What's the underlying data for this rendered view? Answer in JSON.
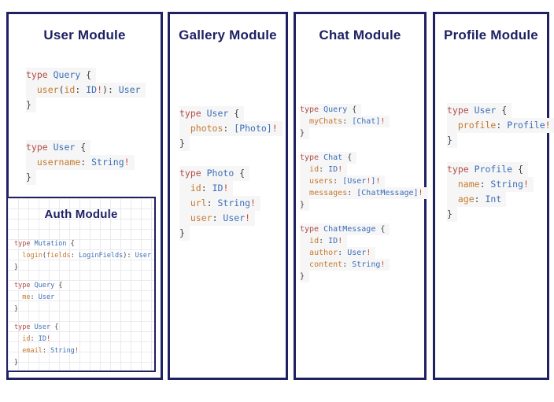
{
  "colors": {
    "border": "#1f2163",
    "title": "#1f2163",
    "keyword": "#b14d47",
    "type_name": "#3d6fb5",
    "field": "#c57a2e",
    "punctuation": "#3f4145",
    "non_null_bang": "#c44536",
    "code_line_bg": "#f6f6f7",
    "grid_line": "#ebebee"
  },
  "modules": [
    {
      "key": "user",
      "title": "User Module",
      "blocks": [
        [
          [
            [
              "k",
              "type "
            ],
            [
              "t",
              "Query "
            ],
            [
              "p",
              "{"
            ]
          ],
          [
            [
              "p",
              "  "
            ],
            [
              "f",
              "user"
            ],
            [
              "p",
              "("
            ],
            [
              "f",
              "id"
            ],
            [
              "p",
              ": "
            ],
            [
              "t",
              "ID"
            ],
            [
              "b",
              "!"
            ],
            [
              "p",
              "): "
            ],
            [
              "t",
              "User"
            ]
          ],
          [
            [
              "p",
              "}"
            ]
          ]
        ],
        [
          [
            [
              "k",
              "type "
            ],
            [
              "t",
              "User "
            ],
            [
              "p",
              "{"
            ]
          ],
          [
            [
              "p",
              "  "
            ],
            [
              "f",
              "username"
            ],
            [
              "p",
              ": "
            ],
            [
              "t",
              "String"
            ],
            [
              "b",
              "!"
            ]
          ],
          [
            [
              "p",
              "}"
            ]
          ]
        ]
      ]
    },
    {
      "key": "auth",
      "title": "Auth Module",
      "blocks": [
        [
          [
            [
              "k",
              "type "
            ],
            [
              "t",
              "Mutation "
            ],
            [
              "p",
              "{"
            ]
          ],
          [
            [
              "p",
              "  "
            ],
            [
              "f",
              "login"
            ],
            [
              "p",
              "("
            ],
            [
              "f",
              "fields"
            ],
            [
              "p",
              ": "
            ],
            [
              "t",
              "LoginFields"
            ],
            [
              "p",
              "): "
            ],
            [
              "t",
              "User"
            ]
          ],
          [
            [
              "p",
              "}"
            ]
          ]
        ],
        [
          [
            [
              "k",
              "type "
            ],
            [
              "t",
              "Query "
            ],
            [
              "p",
              "{"
            ]
          ],
          [
            [
              "p",
              "  "
            ],
            [
              "f",
              "me"
            ],
            [
              "p",
              ": "
            ],
            [
              "t",
              "User"
            ]
          ],
          [
            [
              "p",
              "}"
            ]
          ]
        ],
        [
          [
            [
              "k",
              "type "
            ],
            [
              "t",
              "User "
            ],
            [
              "p",
              "{"
            ]
          ],
          [
            [
              "p",
              "  "
            ],
            [
              "f",
              "id"
            ],
            [
              "p",
              ": "
            ],
            [
              "t",
              "ID"
            ],
            [
              "b",
              "!"
            ]
          ],
          [
            [
              "p",
              "  "
            ],
            [
              "f",
              "email"
            ],
            [
              "p",
              ": "
            ],
            [
              "t",
              "String"
            ],
            [
              "b",
              "!"
            ]
          ],
          [
            [
              "p",
              "}"
            ]
          ]
        ]
      ]
    },
    {
      "key": "gallery",
      "title": "Gallery Module",
      "blocks": [
        [
          [
            [
              "k",
              "type "
            ],
            [
              "t",
              "User "
            ],
            [
              "p",
              "{"
            ]
          ],
          [
            [
              "p",
              "  "
            ],
            [
              "f",
              "photos"
            ],
            [
              "p",
              ": "
            ],
            [
              "t",
              "[Photo]"
            ],
            [
              "b",
              "!"
            ]
          ],
          [
            [
              "p",
              "}"
            ]
          ]
        ],
        [
          [
            [
              "k",
              "type "
            ],
            [
              "t",
              "Photo "
            ],
            [
              "p",
              "{"
            ]
          ],
          [
            [
              "p",
              "  "
            ],
            [
              "f",
              "id"
            ],
            [
              "p",
              ": "
            ],
            [
              "t",
              "ID"
            ],
            [
              "b",
              "!"
            ]
          ],
          [
            [
              "p",
              "  "
            ],
            [
              "f",
              "url"
            ],
            [
              "p",
              ": "
            ],
            [
              "t",
              "String"
            ],
            [
              "b",
              "!"
            ]
          ],
          [
            [
              "p",
              "  "
            ],
            [
              "f",
              "user"
            ],
            [
              "p",
              ": "
            ],
            [
              "t",
              "User"
            ],
            [
              "b",
              "!"
            ]
          ],
          [
            [
              "p",
              "}"
            ]
          ]
        ]
      ]
    },
    {
      "key": "chat",
      "title": "Chat Module",
      "blocks": [
        [
          [
            [
              "k",
              "type "
            ],
            [
              "t",
              "Query "
            ],
            [
              "p",
              "{"
            ]
          ],
          [
            [
              "p",
              "  "
            ],
            [
              "f",
              "myChats"
            ],
            [
              "p",
              ": "
            ],
            [
              "t",
              "[Chat]"
            ],
            [
              "b",
              "!"
            ]
          ],
          [
            [
              "p",
              "}"
            ]
          ]
        ],
        [
          [
            [
              "k",
              "type "
            ],
            [
              "t",
              "Chat "
            ],
            [
              "p",
              "{"
            ]
          ],
          [
            [
              "p",
              "  "
            ],
            [
              "f",
              "id"
            ],
            [
              "p",
              ": "
            ],
            [
              "t",
              "ID"
            ],
            [
              "b",
              "!"
            ]
          ],
          [
            [
              "p",
              "  "
            ],
            [
              "f",
              "users"
            ],
            [
              "p",
              ": "
            ],
            [
              "t",
              "[User"
            ],
            [
              "b",
              "!"
            ],
            [
              "t",
              "]"
            ],
            [
              "b",
              "!"
            ]
          ],
          [
            [
              "p",
              "  "
            ],
            [
              "f",
              "messages"
            ],
            [
              "p",
              ": "
            ],
            [
              "t",
              "[ChatMessage]"
            ],
            [
              "b",
              "!"
            ]
          ],
          [
            [
              "p",
              "}"
            ]
          ]
        ],
        [
          [
            [
              "k",
              "type "
            ],
            [
              "t",
              "ChatMessage "
            ],
            [
              "p",
              "{"
            ]
          ],
          [
            [
              "p",
              "  "
            ],
            [
              "f",
              "id"
            ],
            [
              "p",
              ": "
            ],
            [
              "t",
              "ID"
            ],
            [
              "b",
              "!"
            ]
          ],
          [
            [
              "p",
              "  "
            ],
            [
              "f",
              "author"
            ],
            [
              "p",
              ": "
            ],
            [
              "t",
              "User"
            ],
            [
              "b",
              "!"
            ]
          ],
          [
            [
              "p",
              "  "
            ],
            [
              "f",
              "content"
            ],
            [
              "p",
              ": "
            ],
            [
              "t",
              "String"
            ],
            [
              "b",
              "!"
            ]
          ],
          [
            [
              "p",
              "}"
            ]
          ]
        ]
      ]
    },
    {
      "key": "profile",
      "title": "Profile Module",
      "blocks": [
        [
          [
            [
              "k",
              "type "
            ],
            [
              "t",
              "User "
            ],
            [
              "p",
              "{"
            ]
          ],
          [
            [
              "p",
              "  "
            ],
            [
              "f",
              "profile"
            ],
            [
              "p",
              ": "
            ],
            [
              "t",
              "Profile"
            ],
            [
              "b",
              "!"
            ]
          ],
          [
            [
              "p",
              "}"
            ]
          ]
        ],
        [
          [
            [
              "k",
              "type "
            ],
            [
              "t",
              "Profile "
            ],
            [
              "p",
              "{"
            ]
          ],
          [
            [
              "p",
              "  "
            ],
            [
              "f",
              "name"
            ],
            [
              "p",
              ": "
            ],
            [
              "t",
              "String"
            ],
            [
              "b",
              "!"
            ]
          ],
          [
            [
              "p",
              "  "
            ],
            [
              "f",
              "age"
            ],
            [
              "p",
              ": "
            ],
            [
              "t",
              "Int"
            ]
          ],
          [
            [
              "p",
              "}"
            ]
          ]
        ]
      ]
    }
  ]
}
